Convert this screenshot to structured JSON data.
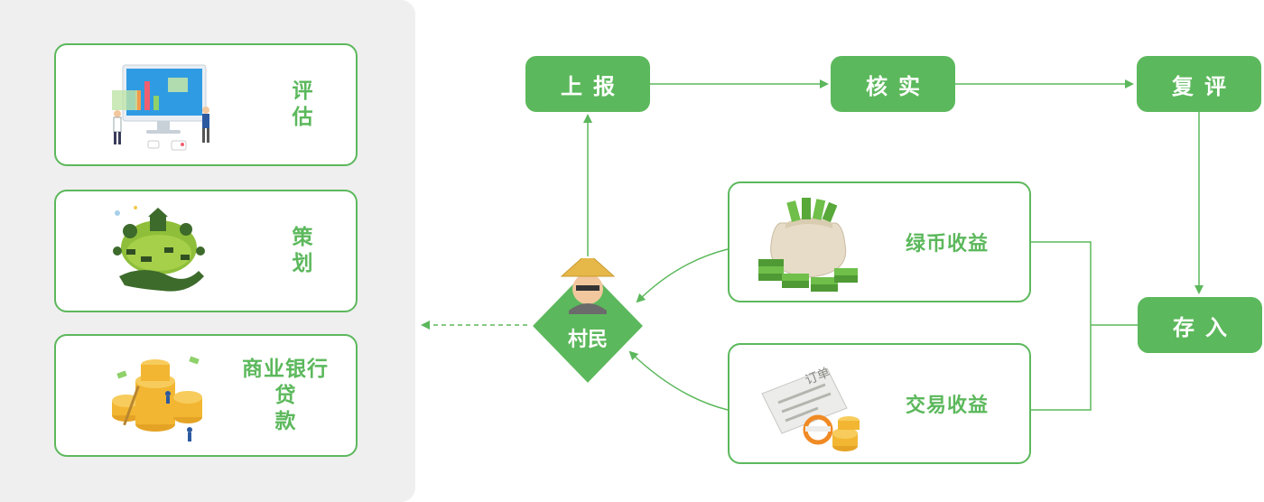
{
  "left_cards": [
    {
      "label": "评估"
    },
    {
      "label": "策划"
    },
    {
      "label_line1": "商业银行",
      "label_line2": "贷款"
    }
  ],
  "process": {
    "report": "上报",
    "verify": "核实",
    "review": "复评",
    "deposit": "存入"
  },
  "income": {
    "green_coin": "绿币收益",
    "order_label": "订单",
    "trade": "交易收益"
  },
  "villager": {
    "label": "村民"
  },
  "colors": {
    "accent": "#5cb85c",
    "panel": "#efefef",
    "gold": "#f2b632"
  }
}
